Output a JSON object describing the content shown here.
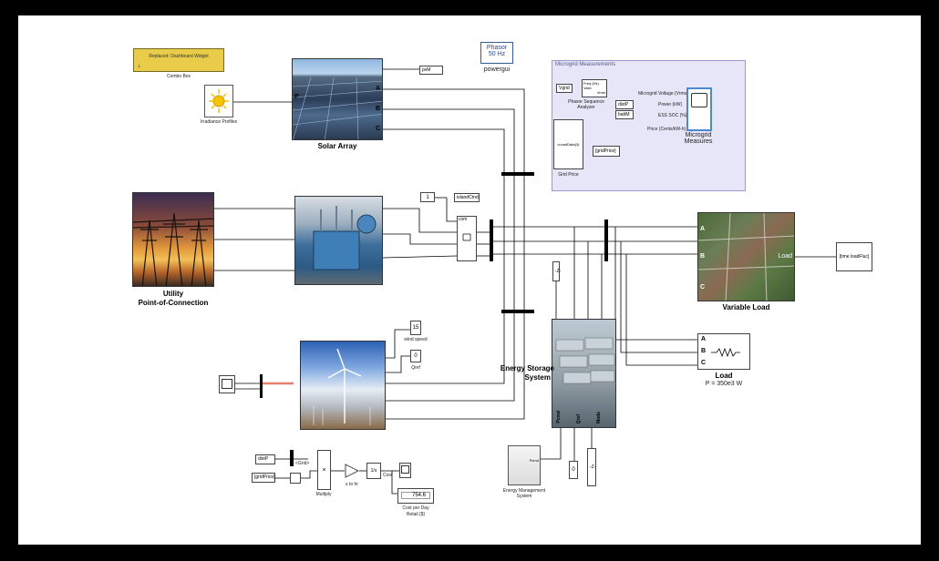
{
  "dashboard": {
    "text": "Replaced: Dashboard Widget",
    "caption": "Combo Box"
  },
  "irradiance": {
    "label": "Irradiance Profiles"
  },
  "solar": {
    "label": "Solar Array",
    "tag": "pvM"
  },
  "powergui": {
    "line1": "Phasor",
    "line2": "50 Hz",
    "label": "powergui"
  },
  "measurements": {
    "title": "Microgrid Measurements",
    "vgrid_tag": "Vgrid",
    "analyzer_ports": [
      "Freq (Hz)",
      "Vabc",
      "Vrms"
    ],
    "analyzer_label": "Phasor Sequence Analyzer",
    "distp_tag": "distP",
    "battm_tag": "battM",
    "signals": [
      "Microgrid Voltage (Vrms)",
      "Power (kW)",
      "ESS SOC (%)",
      "Price (Cents/kW-h)"
    ],
    "scope_label": "Microgrid Measures",
    "grid_price_inner": "a:costData(3)",
    "grid_price_label": "Grid Price",
    "gridprice_tag": "[gridPrice]"
  },
  "island": {
    "const_value": "1",
    "tag": "islandCmd",
    "com": "com"
  },
  "utility": {
    "line1": "Utility",
    "line2": "Point-of-Connection"
  },
  "variable_load": {
    "label": "Variable Load",
    "inner": "Load",
    "source": "[time loadFluc]"
  },
  "load": {
    "label": "Load",
    "power": "P = 350e3 W"
  },
  "energy_storage": {
    "line1": "Energy Storage",
    "line2": "System",
    "z_label": "-Z-",
    "mode_ports": [
      "Pcmd",
      "Qref",
      "Mode"
    ]
  },
  "wind": {
    "speed_value": "15",
    "speed_label": "wind speed",
    "qref_value": "0",
    "qref_label": "Qref"
  },
  "cost": {
    "distp_tag": "distP",
    "gridprice_tag": "[gridPrice]",
    "grid_label": "<Grid>",
    "multiply_label": "Multiply",
    "gain_label": "s to hr",
    "integrator_label": "1/s",
    "cost_tag": "Cost",
    "display_value": "754.6",
    "display_label1": "Cost per Day",
    "display_label2": "Retail ($)"
  },
  "ems": {
    "label": "Energy Management System",
    "port": "Pcmd",
    "const0": "0"
  },
  "colors": {
    "measure_bg": "#e6e6f8",
    "dashboard_bg": "#e8cc4a",
    "sun": "#f5c400",
    "red_wire": "#e8806b"
  }
}
